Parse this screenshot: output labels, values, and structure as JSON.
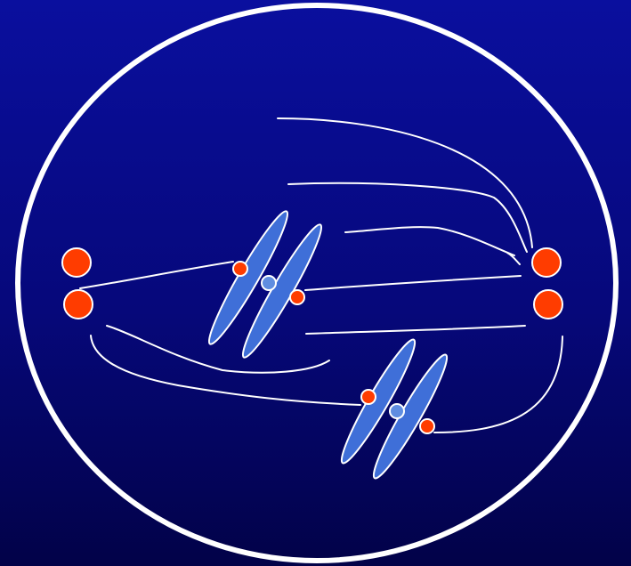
{
  "diagram": {
    "kind": "mitotic-spindle-cell",
    "labels": [],
    "colors": {
      "background_top": "#0a0f9e",
      "background_bottom": "#020248",
      "cell_membrane": "#ffffff",
      "spindle_fiber": "#ffffff",
      "centrosome": "#ff3c00",
      "kinetochore": "#ff3c00",
      "chromatid_fill": "#3f6fd8",
      "chromatid_stroke": "#ffffff",
      "centromere": "#5f8de0"
    },
    "elements": {
      "cell": "cell-membrane",
      "left_pole_centrosomes": 2,
      "right_pole_centrosomes": 2,
      "chromosomes": 2
    }
  }
}
